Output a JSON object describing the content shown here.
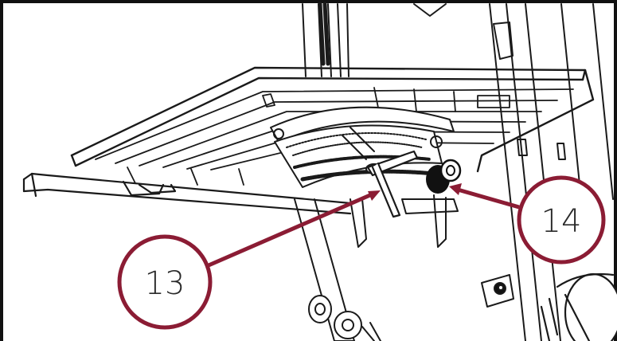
{
  "callouts": [
    {
      "id": "13",
      "label": "13"
    },
    {
      "id": "14",
      "label": "14"
    }
  ],
  "colors": {
    "callout": "#8b1c34",
    "line_art": "#1a1a1a",
    "frame": "#111111",
    "background": "#ffffff"
  }
}
